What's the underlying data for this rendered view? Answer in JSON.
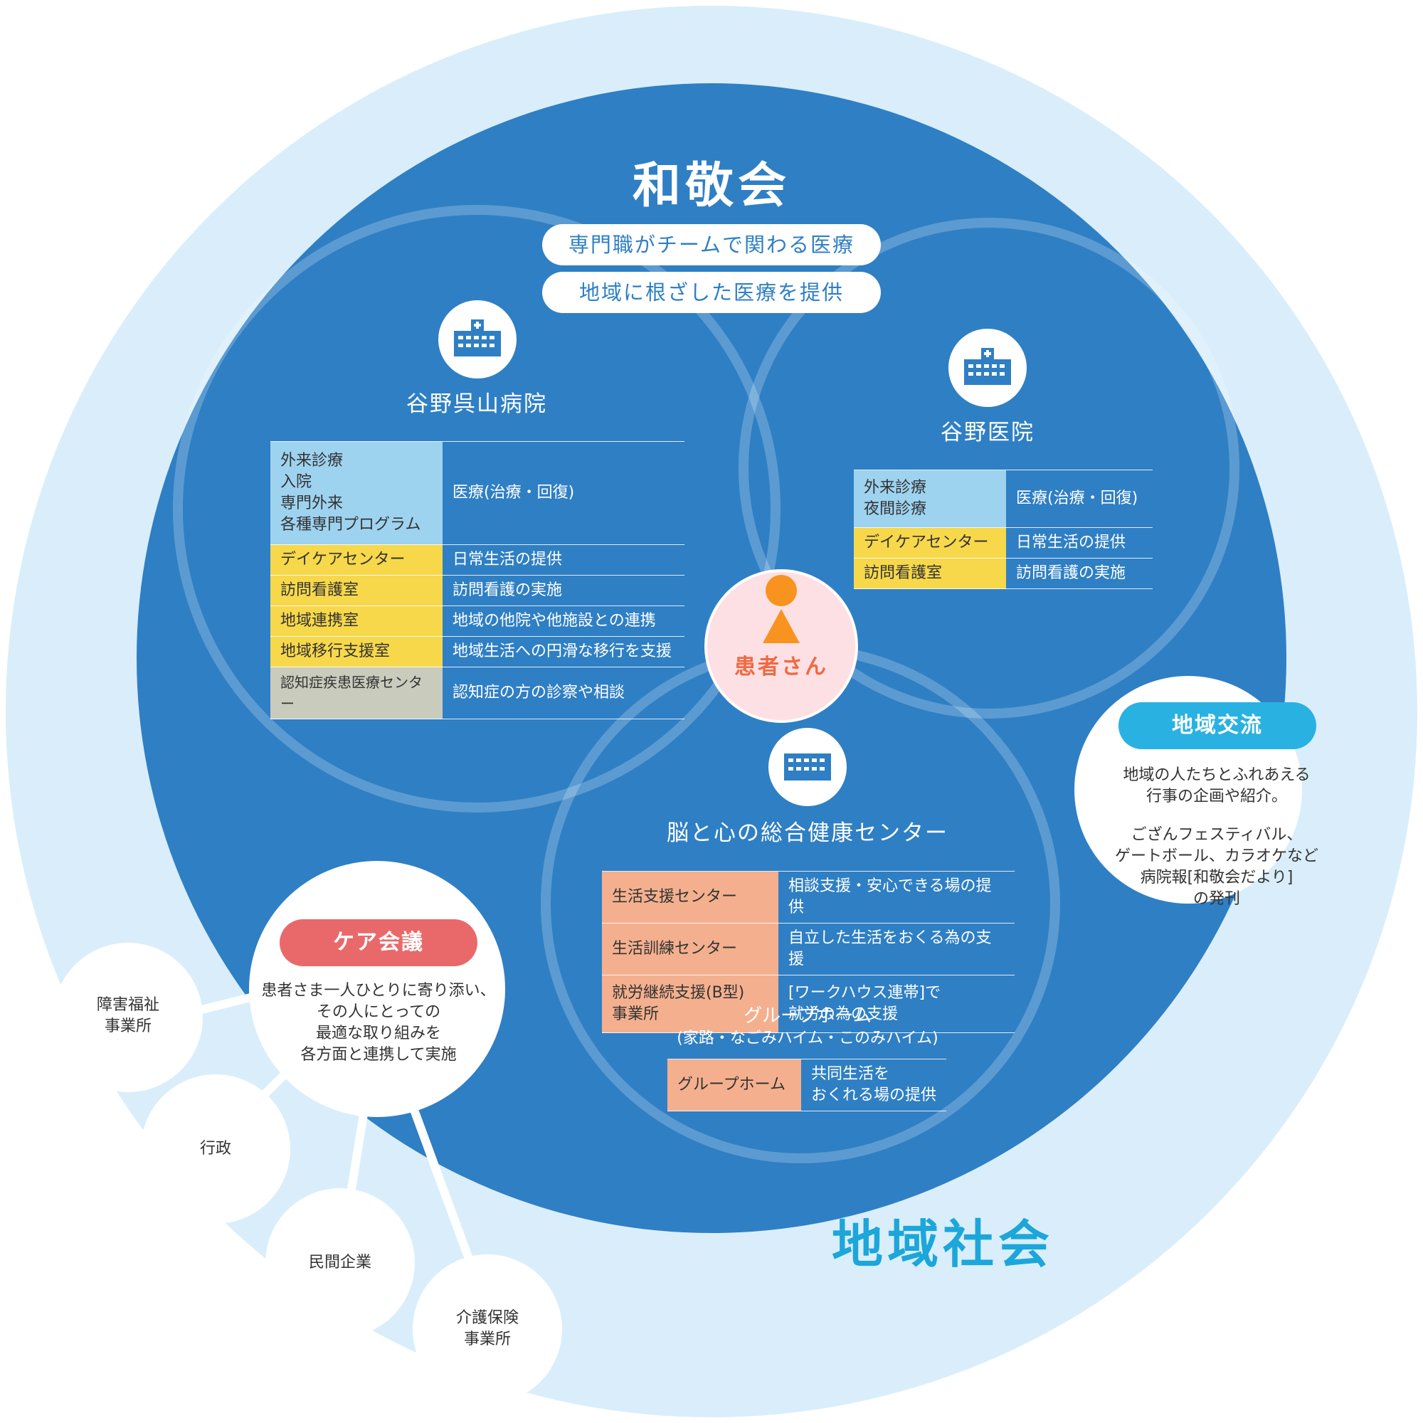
{
  "organization": {
    "name": "和敬会"
  },
  "slogans": [
    "専門職がチームで関わる医療",
    "地域に根ざした医療を提供"
  ],
  "community_label": "地域社会",
  "patient_label": "患者さん",
  "colors": {
    "outer_community": "#d9eefa",
    "org_circle": "#2f7fc4",
    "service_blue": "#9ed3f0",
    "service_yellow": "#f7d84a",
    "service_gray": "#c9cbbd",
    "service_salmon": "#f4b08e",
    "exchange_cyan": "#29b1e2",
    "care_red": "#e9696b",
    "patient_pink": "#fde0e4",
    "patient_orange": "#f7931e"
  },
  "facilities": {
    "kureyama": {
      "name": "谷野呉山病院",
      "icon": "hospital-icon",
      "rows": [
        {
          "left": [
            "外来診療",
            "入院",
            "専門外来",
            "各種専門プログラム"
          ],
          "right": "医療(治療・回復)"
        },
        {
          "left": [
            "デイケアセンター"
          ],
          "right": "日常生活の提供"
        },
        {
          "left": [
            "訪問看護室"
          ],
          "right": "訪問看護の実施"
        },
        {
          "left": [
            "地域連携室"
          ],
          "right": "地域の他院や他施設との連携"
        },
        {
          "left": [
            "地域移行支援室"
          ],
          "right": "地域生活への円滑な移行を支援"
        },
        {
          "left": [
            "認知症疾患医療センター"
          ],
          "right": "認知症の方の診察や相談"
        }
      ]
    },
    "clinic": {
      "name": "谷野医院",
      "icon": "hospital-icon",
      "rows": [
        {
          "left": [
            "外来診療",
            "夜間診療"
          ],
          "right": "医療(治療・回復)"
        },
        {
          "left": [
            "デイケアセンター"
          ],
          "right": "日常生活の提供"
        },
        {
          "left": [
            "訪問看護室"
          ],
          "right": "訪問看護の実施"
        }
      ]
    },
    "brain_center": {
      "name": "脳と心の総合健康センター",
      "icon": "building-icon",
      "rows": [
        {
          "left": [
            "生活支援センター"
          ],
          "right": [
            "相談支援・安心できる場の提供"
          ]
        },
        {
          "left": [
            "生活訓練センター"
          ],
          "right": [
            "自立した生活をおくる為の支援"
          ]
        },
        {
          "left": [
            "就労継続支援(B型)",
            "事業所"
          ],
          "right": [
            "[ワークハウス連帯]で",
            "就労の為の支援"
          ]
        }
      ],
      "group_home": {
        "title": "グループホーム",
        "subtitle": "(家路・なごみハイム・このみハイム)",
        "left": "グループホーム",
        "right": [
          "共同生活を",
          "おくれる場の提供"
        ]
      }
    }
  },
  "exchange": {
    "title": "地域交流",
    "lines": [
      "地域の人たちとふれあえる",
      "行事の企画や紹介。",
      "",
      "ござんフェスティバル、",
      "ゲートボール、カラオケなど",
      "病院報[和敬会だより]",
      "の発刊"
    ]
  },
  "care_meeting": {
    "title": "ケア会議",
    "lines": [
      "患者さま一人ひとりに寄り添い、",
      "その人にとっての",
      "最適な取り組みを",
      "各方面と連携して実施"
    ],
    "partners": [
      [
        "障害福祉",
        "事業所"
      ],
      [
        "行政"
      ],
      [
        "民間企業"
      ],
      [
        "介護保険",
        "事業所"
      ]
    ]
  }
}
